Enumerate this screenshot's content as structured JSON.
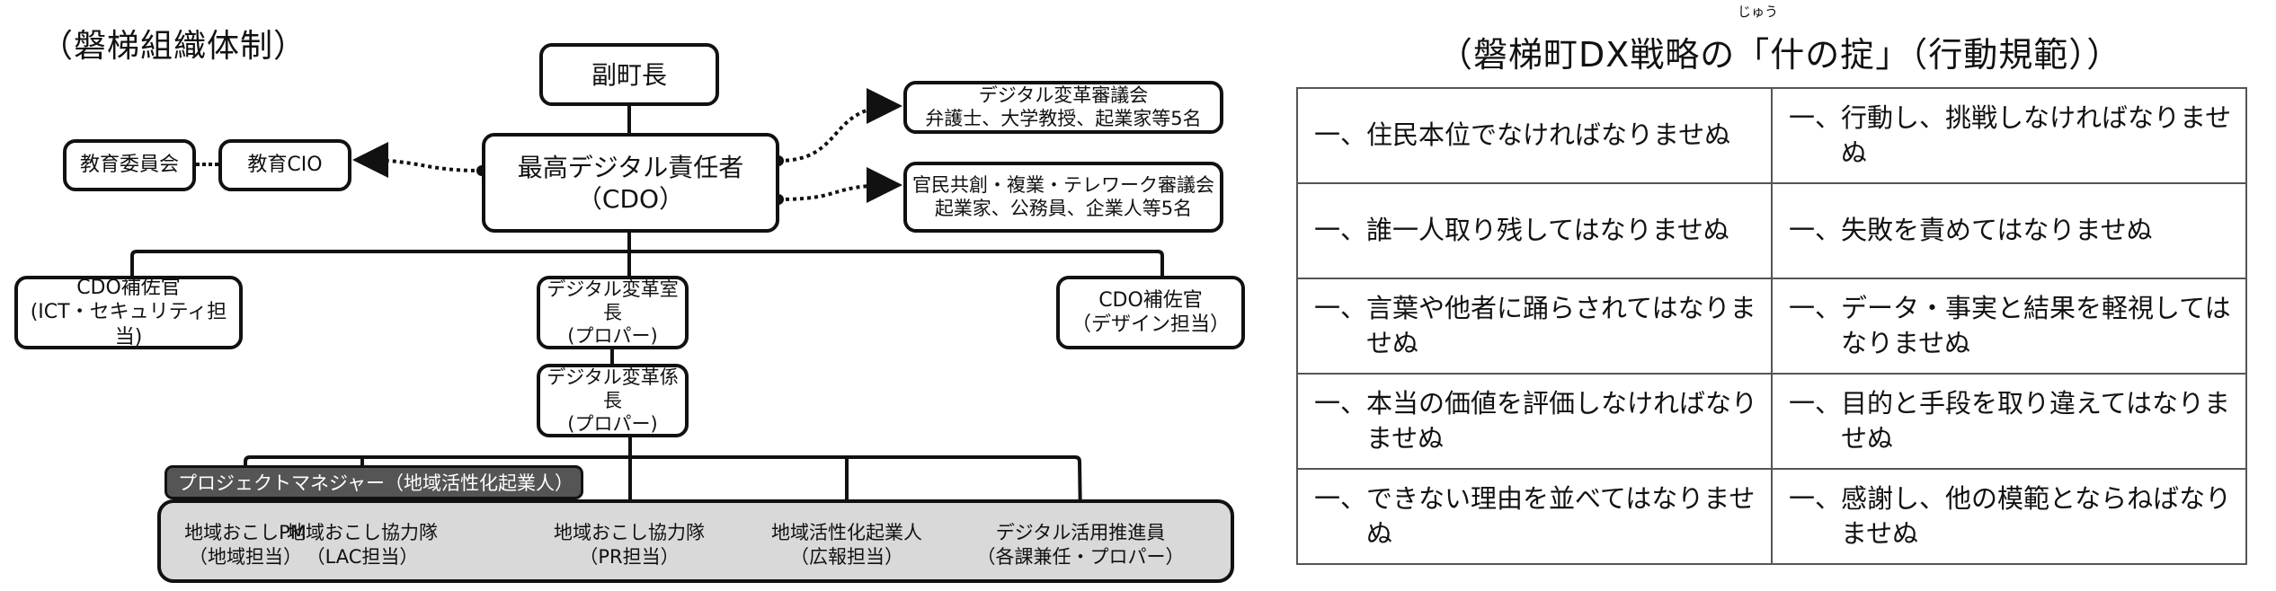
{
  "org_chart": {
    "title": "（磐梯組織体制）",
    "deputy_mayor": "副町長",
    "cdo": {
      "line1": "最高デジタル責任者",
      "line2": "（CDO）"
    },
    "education_board": "教育委員会",
    "education_cio": "教育CIO",
    "councils": [
      {
        "line1": "デジタル変革審議会",
        "line2": "弁護士、大学教授、起業家等5名"
      },
      {
        "line1": "官民共創・複業・テレワーク審議会",
        "line2": "起業家、公務員、企業人等5名"
      }
    ],
    "cdo_assistant_ict": {
      "line1": "CDO補佐官",
      "line2": "(ICT・セキュリティ担当)"
    },
    "dx_office_head": {
      "line1": "デジタル変革室長",
      "line2": "(プロパー)"
    },
    "dx_section_head": {
      "line1": "デジタル変革係長",
      "line2": "(プロパー)"
    },
    "cdo_assistant_design": {
      "line1": "CDO補佐官",
      "line2": "（デザイン担当）"
    },
    "project_manager_label": "プロジェクトマネジャー（地域活性化起業人）",
    "members": [
      {
        "line1": "地域おこしPM",
        "line2": "（地域担当）"
      },
      {
        "line1": "地域おこし協力隊",
        "line2": "（LAC担当）"
      },
      {
        "line1": "地域おこし協力隊",
        "line2": "（PR担当）"
      },
      {
        "line1": "地域活性化起業人",
        "line2": "（広報担当）"
      },
      {
        "line1": "デジタル活用推進員",
        "line2": "（各課兼任・プロパー）"
      }
    ]
  },
  "code_of_conduct": {
    "ruby": "じゅう",
    "title": "（磐梯町DX戦略の「什の掟」（行動規範））",
    "bullet": "一、",
    "rows": [
      [
        "住民本位でなければなりませぬ",
        "行動し、挑戦しなければなりませぬ"
      ],
      [
        "誰一人取り残してはなりませぬ",
        "失敗を責めてはなりませぬ"
      ],
      [
        "言葉や他者に踊らされてはなりませぬ",
        "データ・事実と結果を軽視してはなりませぬ"
      ],
      [
        "本当の価値を評価しなければなりませぬ",
        "目的と手段を取り違えてはなりませぬ"
      ],
      [
        "できない理由を並べてはなりませぬ",
        "感謝し、他の模範とならねばなりませぬ"
      ]
    ]
  }
}
